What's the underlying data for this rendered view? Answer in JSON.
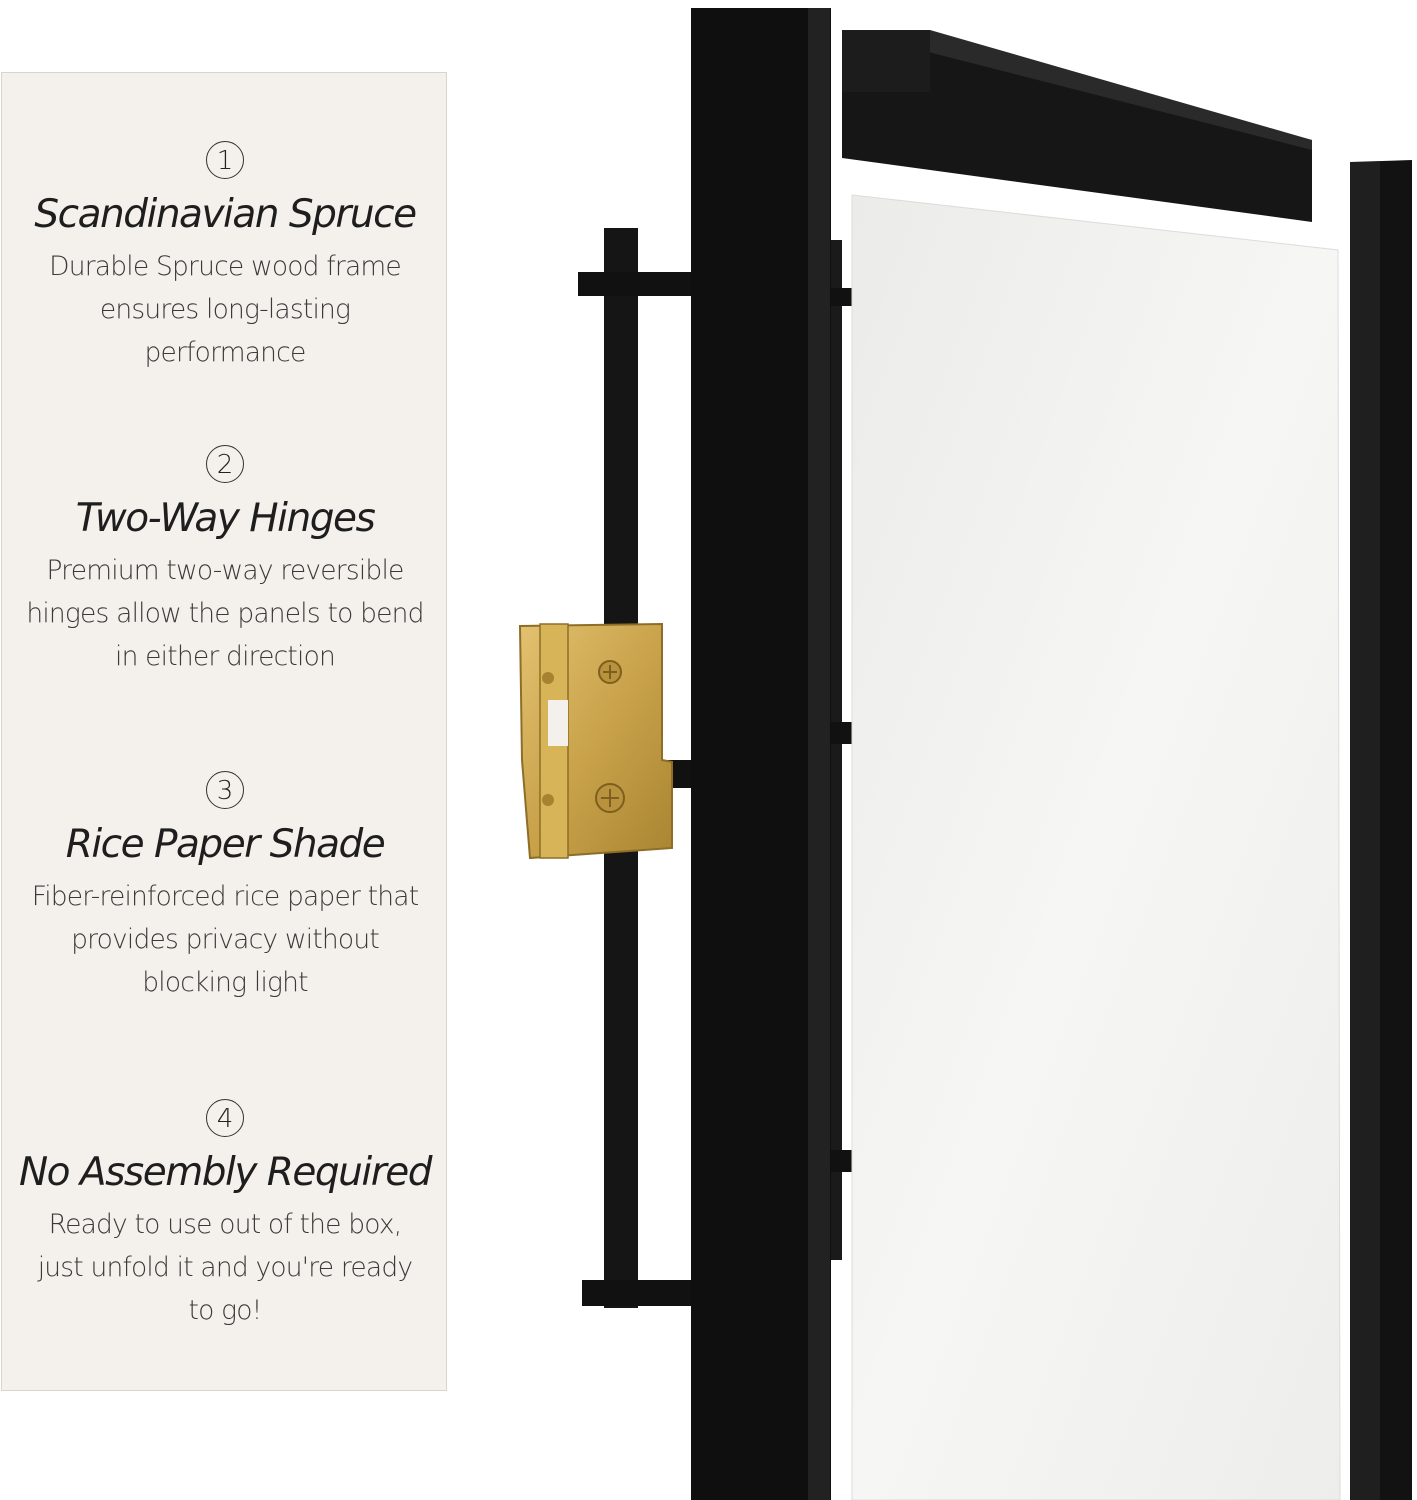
{
  "features": [
    {
      "number": "1",
      "title": "Scandinavian Spruce",
      "description": "Durable Spruce wood frame ensures long-lasting performance"
    },
    {
      "number": "2",
      "title": "Two-Way Hinges",
      "description": "Premium two-way reversible hinges allow the panels to bend in either direction"
    },
    {
      "number": "3",
      "title": "Rice Paper Shade",
      "description": "Fiber-reinforced rice paper that provides privacy without blocking light"
    },
    {
      "number": "4",
      "title": "No Assembly Required",
      "description": "Ready to use out of the box, just unfold it and you're ready to go!"
    }
  ],
  "colors": {
    "panel_bg": "#f4f1ec",
    "frame": "#111111",
    "hinge": "#c9a24a",
    "paper": "#f2f2f0"
  }
}
